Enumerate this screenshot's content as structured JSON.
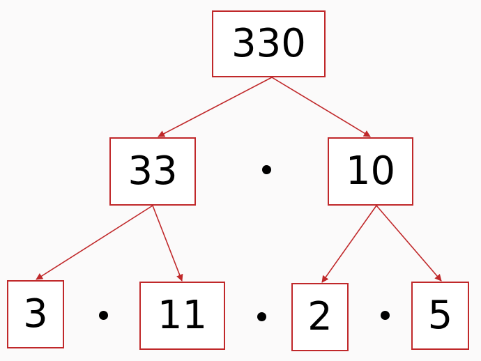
{
  "diagram": {
    "edge_color": "#c0282a",
    "nodes": [
      {
        "id": "n330",
        "label": "330"
      },
      {
        "id": "n33",
        "label": "33"
      },
      {
        "id": "n10",
        "label": "10"
      },
      {
        "id": "n3",
        "label": "3"
      },
      {
        "id": "n11",
        "label": "11"
      },
      {
        "id": "n2",
        "label": "2"
      },
      {
        "id": "n5",
        "label": "5"
      }
    ],
    "edges": [
      {
        "from": "n330",
        "to": "n33"
      },
      {
        "from": "n330",
        "to": "n10"
      },
      {
        "from": "n33",
        "to": "n3"
      },
      {
        "from": "n33",
        "to": "n11"
      },
      {
        "from": "n10",
        "to": "n2"
      },
      {
        "from": "n10",
        "to": "n5"
      }
    ],
    "multiplication_symbol": "·"
  }
}
